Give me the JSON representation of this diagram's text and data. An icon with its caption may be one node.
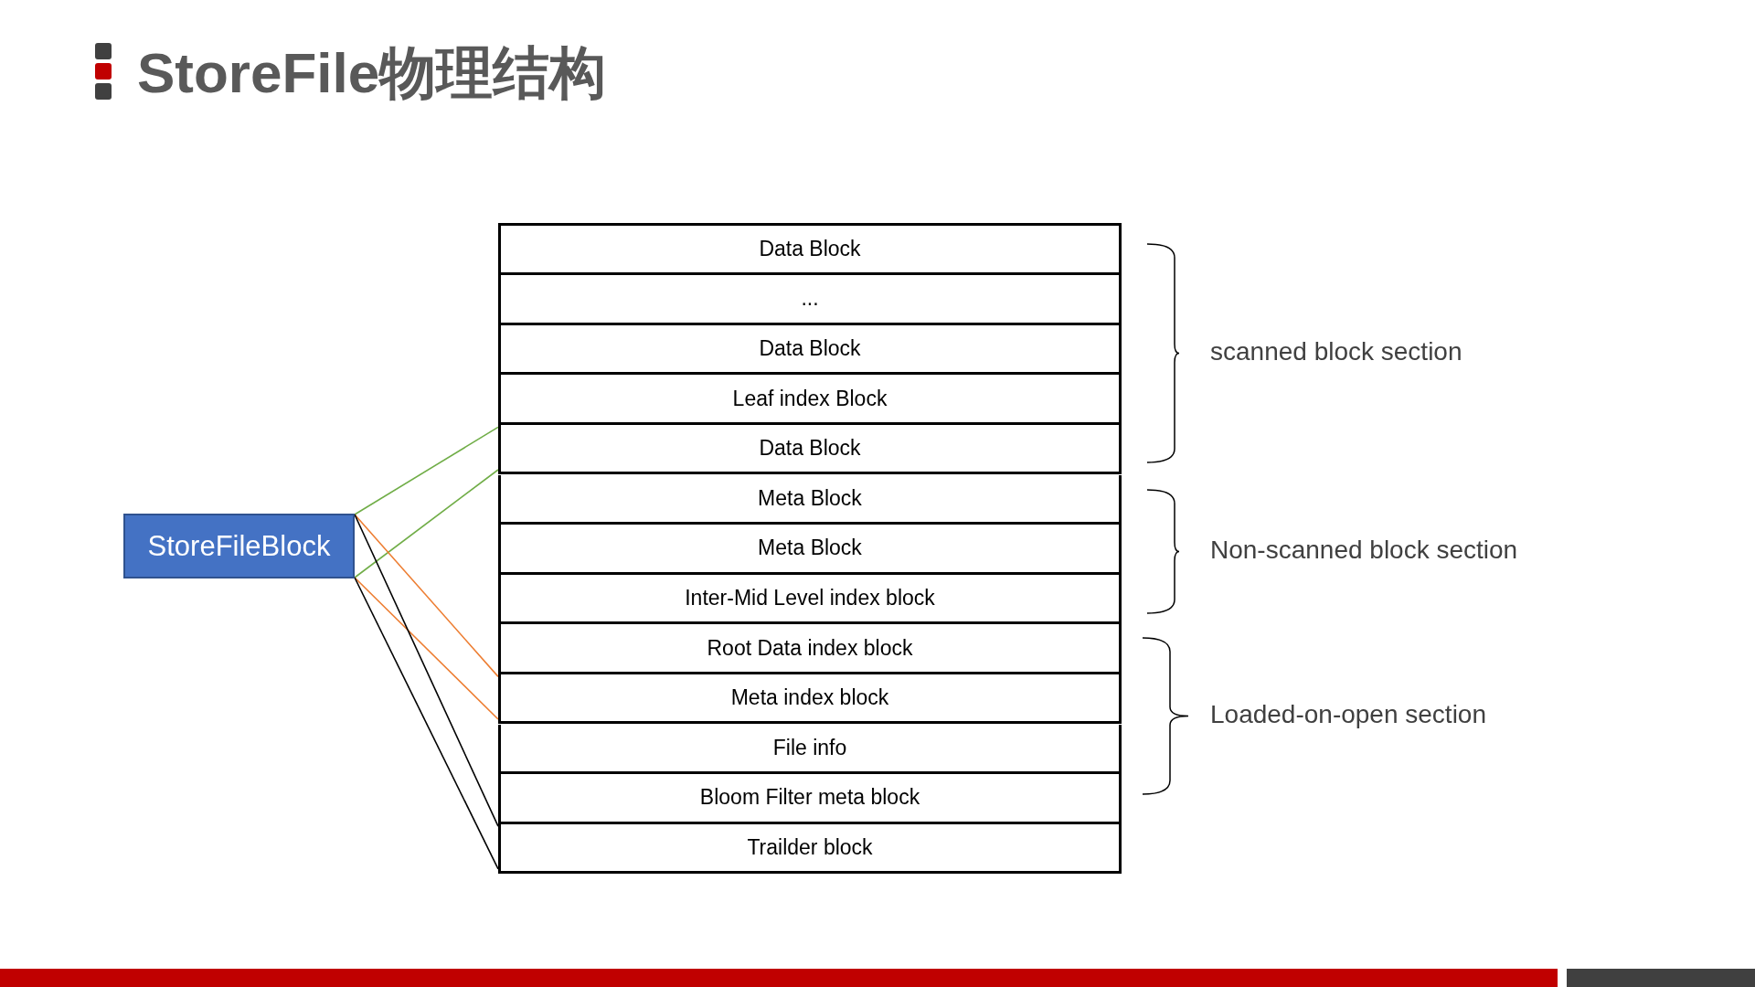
{
  "diagram": {
    "title": "StoreFile物理结构",
    "nodes": [
      {
        "text": [
          "StoreFileBlock"
        ]
      },
      {
        "text": [
          "Data Block"
        ]
      },
      {
        "text": [
          "..."
        ]
      },
      {
        "text": [
          "Data Block"
        ]
      },
      {
        "text": [
          "Leaf index Block"
        ]
      },
      {
        "text": [
          "Data Block"
        ]
      },
      {
        "text": [
          "Meta Block"
        ]
      },
      {
        "text": [
          "Meta Block"
        ]
      },
      {
        "text": [
          "Inter-Mid Level index block"
        ]
      },
      {
        "text": [
          "Root Data index block"
        ]
      },
      {
        "text": [
          "Meta index block"
        ]
      },
      {
        "text": [
          "File info"
        ]
      },
      {
        "text": [
          "Bloom Filter meta block"
        ]
      },
      {
        "text": [
          "Trailder block"
        ]
      }
    ],
    "edges": [
      {
        "from": 0,
        "to": 5,
        "arrow": "none",
        "color": "#70ad47"
      },
      {
        "from": 0,
        "to": 5,
        "arrow": "none",
        "color": "#70ad47"
      },
      {
        "from": 0,
        "to": 10,
        "arrow": "none",
        "color": "#ed7d31"
      },
      {
        "from": 0,
        "to": 10,
        "arrow": "none",
        "color": "#ed7d31"
      },
      {
        "from": 0,
        "to": 13,
        "arrow": "none",
        "color": "#000000"
      },
      {
        "from": 0,
        "to": 13,
        "arrow": "none",
        "color": "#000000"
      }
    ],
    "labels": [
      "scanned block section",
      "Non-scanned block section",
      "Loaded-on-open section"
    ]
  }
}
